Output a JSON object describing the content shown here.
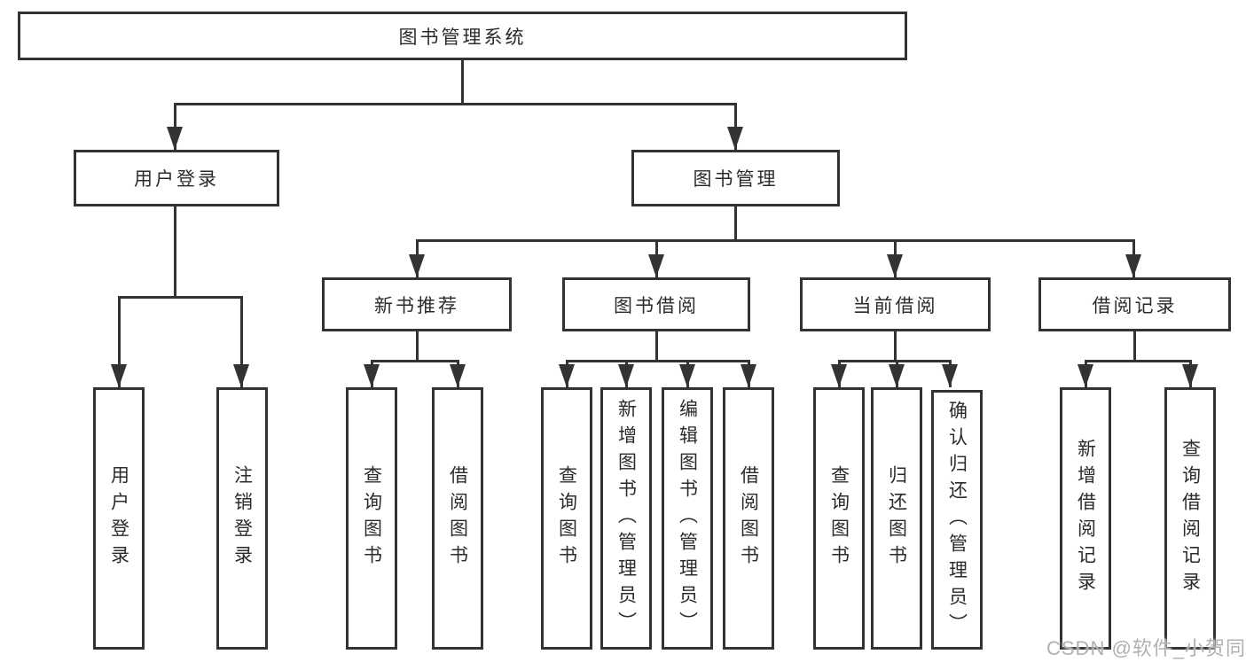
{
  "root": {
    "label": "图书管理系统"
  },
  "level2": {
    "user_login": {
      "label": "用户登录"
    },
    "book_management": {
      "label": "图书管理"
    }
  },
  "level3": {
    "new_book_recommend": {
      "label": "新书推荐"
    },
    "book_borrowing": {
      "label": "图书借阅"
    },
    "current_borrowing": {
      "label": "当前借阅"
    },
    "borrowing_records": {
      "label": "借阅记录"
    }
  },
  "level4": {
    "user_login_action": {
      "label": "用户登录"
    },
    "logout_action": {
      "label": "注销登录"
    },
    "recommend_query_books": {
      "label": "查询图书"
    },
    "recommend_borrow_books": {
      "label": "借阅图书"
    },
    "borrowing_query_books": {
      "label": "查询图书"
    },
    "borrowing_add_books_admin": {
      "label": "新增图书（管理员）"
    },
    "borrowing_edit_books_admin": {
      "label": "编辑图书（管理员）"
    },
    "borrowing_borrow_books": {
      "label": "借阅图书"
    },
    "current_query_books": {
      "label": "查询图书"
    },
    "current_return_books": {
      "label": "归还图书"
    },
    "current_confirm_return_admin": {
      "label": "确认归还（管理员）"
    },
    "records_add_record": {
      "label": "新增借阅记录"
    },
    "records_query_record": {
      "label": "查询借阅记录"
    }
  },
  "watermark": {
    "text": "CSDN @软件_小贺同学"
  },
  "colors": {
    "line": "#333333",
    "text": "#2b2b2b",
    "watermark": "#b0b0b0",
    "background": "#ffffff"
  }
}
